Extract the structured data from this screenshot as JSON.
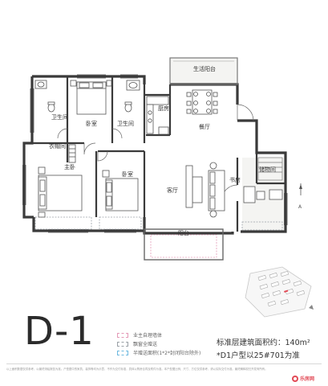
{
  "unit": {
    "code": "D-1"
  },
  "rooms": {
    "balcony_top": "生活阳台",
    "kitchen": "厨房",
    "dining": "餐厅",
    "bath_left": "卫生间",
    "bath_mid": "卫生间",
    "bedroom_top": "卧室",
    "closet": "衣帽间",
    "master": "主卧",
    "bedroom_mid": "卧室",
    "living": "客厅",
    "study": "书房",
    "storage": "储物间",
    "balcony_bottom": "阳台"
  },
  "compass": {
    "label": "A"
  },
  "legend": [
    {
      "label": "业主自理墙体",
      "color": "#e49ab7"
    },
    {
      "label": "飘窗全赠送",
      "color": "#9aa0a6"
    },
    {
      "label": "半赠送面积(1*2*封闭阳台除外)",
      "color": "#6cb8df"
    }
  ],
  "info": {
    "area_label": "标准层建筑面积约：140m²",
    "base_label": "*D1户型以25#701为准"
  },
  "disclaimer": "以上面积数据仅供参考，以最终测绘报告为准。户型图中的家具、装饰等均为示意，不作为交付标准，具体以购房合同及附件为准。本户型图比例、尺寸、方位仅供参考，请以实际交付为准。最终解释权归开发商所有。",
  "brand": {
    "name": "乐房网"
  }
}
